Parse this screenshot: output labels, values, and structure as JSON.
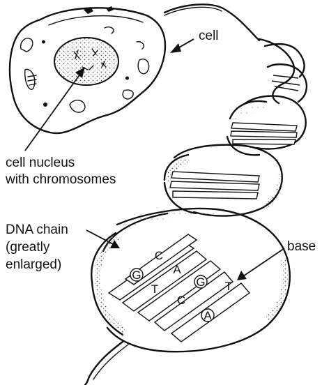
{
  "labels": {
    "cell": "cell",
    "nucleus_line1": "cell nucleus",
    "nucleus_line2": "with chromosomes",
    "dna_line1": "DNA chain",
    "dna_line2": "(greatly",
    "dna_line3": "enlarged)",
    "base": "base"
  },
  "base_letters": {
    "b1": "G",
    "b2": "C",
    "b3": "A",
    "b4": "T",
    "b5": "G",
    "b6": "C",
    "b7": "A",
    "b8": "T"
  },
  "colors": {
    "ink": "#111111",
    "background": "#ffffff",
    "stipple": "#555555"
  }
}
